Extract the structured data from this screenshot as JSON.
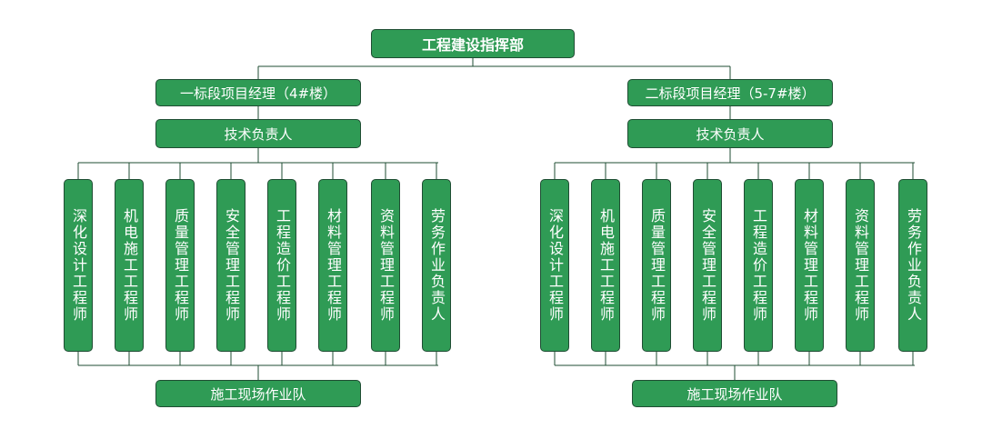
{
  "headquarters": "工程建设指挥部",
  "sections": [
    {
      "manager": "一标段项目经理（4#楼）",
      "tech_lead": "技术负责人",
      "roles": [
        "深化设计工程师",
        "机电施工工程师",
        "质量管理工程师",
        "安全管理工程师",
        "工程造价工程师",
        "材料管理工程师",
        "资料管理工程师",
        "劳务作业负责人"
      ],
      "team": "施工现场作业队"
    },
    {
      "manager": "二标段项目经理（5-7#楼）",
      "tech_lead": "技术负责人",
      "roles": [
        "深化设计工程师",
        "机电施工工程师",
        "质量管理工程师",
        "安全管理工程师",
        "工程造价工程师",
        "材料管理工程师",
        "资料管理工程师",
        "劳务作业负责人"
      ],
      "team": "施工现场作业队"
    }
  ],
  "colors": {
    "box_fill": "#2f9b55",
    "box_border": "#1f4d33",
    "line": "#1f4d33"
  }
}
